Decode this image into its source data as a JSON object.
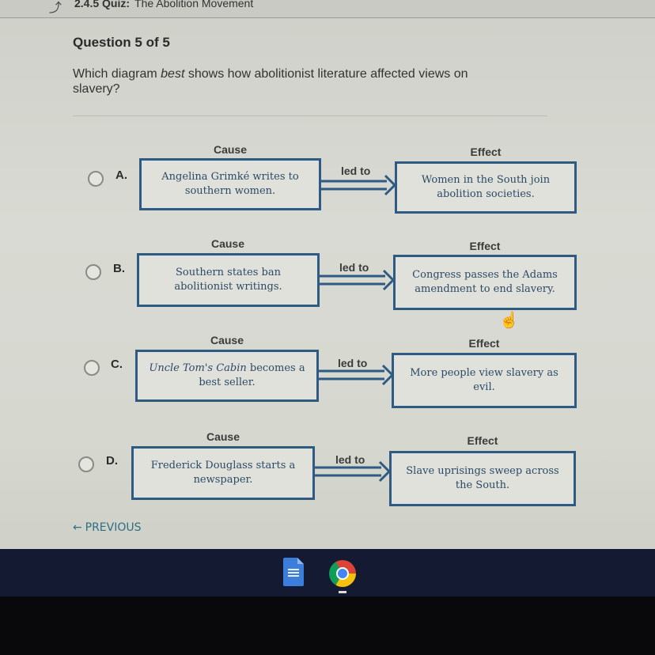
{
  "header": {
    "back_icon": "arrow-up-left-icon",
    "quiz_code": "2.4.5 Quiz:",
    "quiz_title": "The Abolition Movement"
  },
  "question": {
    "number_label": "Question 5 of 5",
    "text_before": "Which diagram ",
    "text_emphasis": "best",
    "text_after": " shows how abolitionist literature affected views on slavery?"
  },
  "options": [
    {
      "letter": "A.",
      "cause_label": "Cause",
      "effect_label": "Effect",
      "connector": "led to",
      "cause_text": "Angelina Grimké writes to southern women.",
      "effect_text": "Women in the South join abolition societies."
    },
    {
      "letter": "B.",
      "cause_label": "Cause",
      "effect_label": "Effect",
      "connector": "led to",
      "cause_text": "Southern states ban abolitionist writings.",
      "effect_text": "Congress passes the Adams amendment to end slavery."
    },
    {
      "letter": "C.",
      "cause_label": "Cause",
      "effect_label": "Effect",
      "connector": "led to",
      "cause_title_italic": "Uncle Tom's Cabin",
      "cause_text": " becomes a best seller.",
      "effect_text": "More people view slavery as evil."
    },
    {
      "letter": "D.",
      "cause_label": "Cause",
      "effect_label": "Effect",
      "connector": "led to",
      "cause_text": "Frederick Douglass starts a newspaper.",
      "effect_text": "Slave uprisings sweep across the South."
    }
  ],
  "navigation": {
    "previous_label": "PREVIOUS",
    "previous_icon": "arrow-left-icon"
  },
  "shelf": {
    "apps": [
      {
        "name": "Google Docs",
        "icon": "docs-icon"
      },
      {
        "name": "Google Chrome",
        "icon": "chrome-icon"
      }
    ]
  },
  "colors": {
    "box_border": "#2e5a84",
    "box_text": "#2d4a66",
    "link": "#2e6e86",
    "shelf": "#151a33"
  }
}
